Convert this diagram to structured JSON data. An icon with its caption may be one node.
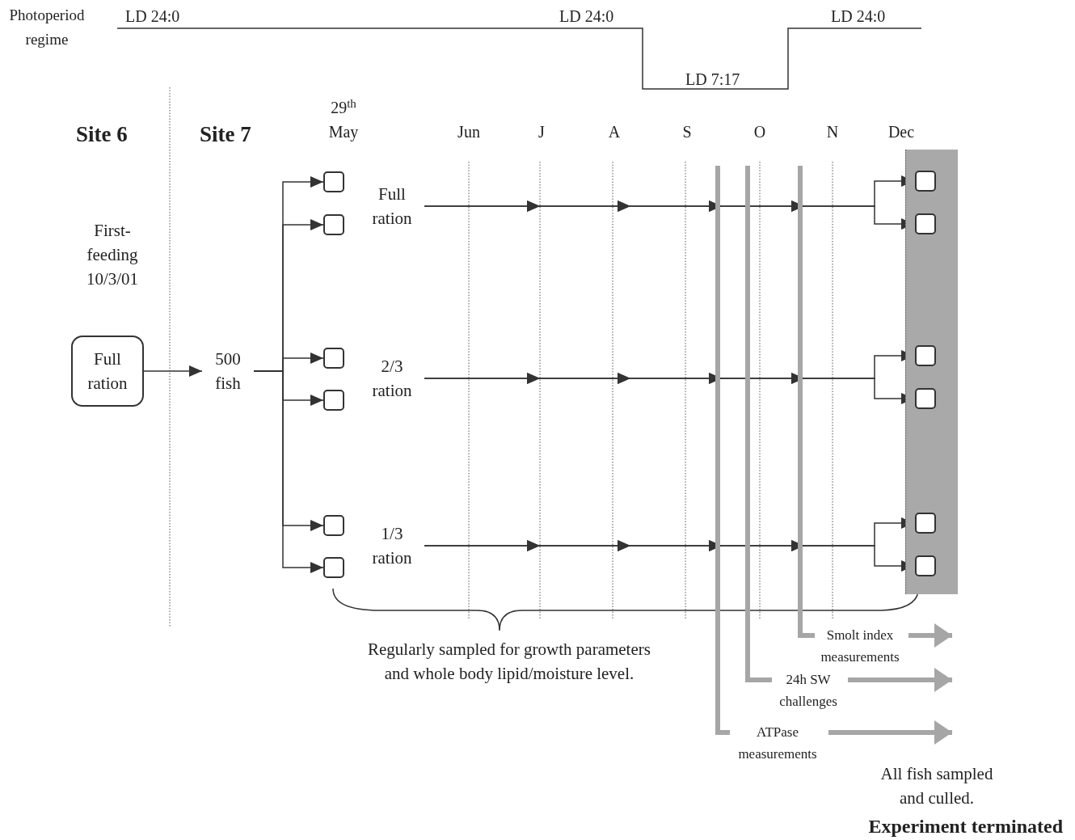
{
  "diagram": {
    "nodes": [
      {
        "text": [
          "Full ration"
        ]
      },
      {
        "text": [
          "500 fish"
        ]
      },
      {
        "text": [],
        "shape": "box"
      },
      {
        "text": [],
        "shape": "box"
      },
      {
        "text": [],
        "shape": "box"
      },
      {
        "text": [],
        "shape": "box"
      },
      {
        "text": [],
        "shape": "box"
      },
      {
        "text": [],
        "shape": "box"
      },
      {
        "text": [
          "Full ration"
        ]
      },
      {
        "text": [
          "2/3 ration"
        ]
      },
      {
        "text": [
          "1/3 ration"
        ]
      },
      {
        "text": [],
        "shape": "bar"
      },
      {
        "text": [],
        "shape": "box",
        "in": 11
      },
      {
        "text": [],
        "shape": "box",
        "in": 11
      },
      {
        "text": [],
        "shape": "box",
        "in": 11
      },
      {
        "text": [],
        "shape": "box",
        "in": 11
      },
      {
        "text": [],
        "shape": "box",
        "in": 11
      },
      {
        "text": [],
        "shape": "box",
        "in": 11
      },
      {
        "text": [
          "Smolt index measurements"
        ]
      },
      {
        "text": [
          "24h SW challenges"
        ]
      },
      {
        "text": [
          "ATPase measurements"
        ]
      }
    ],
    "edges": [
      {
        "from": 0,
        "to": 1,
        "arrow": "to"
      },
      {
        "from": 1,
        "to": 2,
        "arrow": "to"
      },
      {
        "from": 1,
        "to": 3,
        "arrow": "to"
      },
      {
        "from": 1,
        "to": 4,
        "arrow": "to"
      },
      {
        "from": 1,
        "to": 5,
        "arrow": "to"
      },
      {
        "from": 1,
        "to": 6,
        "arrow": "to"
      },
      {
        "from": 1,
        "to": 7,
        "arrow": "to"
      },
      {
        "from": 8,
        "to": 12,
        "arrow": "to"
      },
      {
        "from": 8,
        "to": 13,
        "arrow": "to"
      },
      {
        "from": 9,
        "to": 14,
        "arrow": "to"
      },
      {
        "from": 9,
        "to": 15,
        "arrow": "to"
      },
      {
        "from": 10,
        "to": 16,
        "arrow": "to"
      },
      {
        "from": 10,
        "to": 17,
        "arrow": "to"
      },
      {
        "from": null,
        "to": 18,
        "arrow": "none",
        "style": "thick",
        "color": "#a6a6a6"
      },
      {
        "from": null,
        "to": 19,
        "arrow": "none",
        "style": "thick",
        "color": "#a6a6a6"
      },
      {
        "from": null,
        "to": 20,
        "arrow": "none",
        "style": "thick",
        "color": "#a6a6a6"
      },
      {
        "from": 18,
        "to": null,
        "arrow": "to",
        "style": "thick",
        "color": "#a6a6a6"
      },
      {
        "from": 19,
        "to": null,
        "arrow": "to",
        "style": "thick",
        "color": "#a6a6a6"
      },
      {
        "from": 20,
        "to": null,
        "arrow": "to",
        "style": "thick",
        "color": "#a6a6a6"
      }
    ],
    "labels": [
      "Photoperiod regime",
      "LD 24:0",
      "LD 24:0",
      "LD 24:0",
      "LD 7:17",
      "Site 6",
      "Site 7",
      "29$^{th}$ May",
      "Jun",
      "J",
      "A",
      "S",
      "O",
      "N",
      "Dec",
      "First-feeding 10/3/01",
      "Regularly sampled for growth parameters and whole body lipid/moisture level.",
      "All fish sampled and culled.",
      "Experiment terminated"
    ]
  }
}
